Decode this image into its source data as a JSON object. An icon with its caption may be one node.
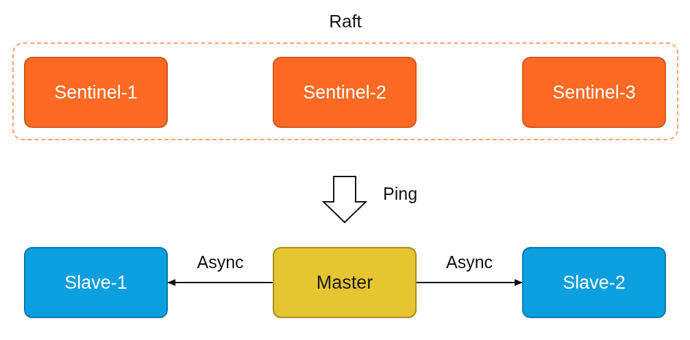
{
  "diagram": {
    "nodes": [
      {
        "text": [
          "Raft"
        ]
      },
      {
        "text": [
          "Sentinel-1"
        ],
        "in": 0
      },
      {
        "text": [
          "Sentinel-2"
        ],
        "in": 0
      },
      {
        "text": [
          "Sentinel-3"
        ],
        "in": 0
      },
      {
        "text": [
          "Slave-1"
        ]
      },
      {
        "text": [
          "Master"
        ]
      },
      {
        "text": [
          "Slave-2"
        ]
      }
    ],
    "edges": [
      {
        "from": 0,
        "to": 5,
        "arrow": "to",
        "label": "Ping",
        "style": "thick"
      },
      {
        "from": 5,
        "to": 4,
        "arrow": "to",
        "label": "Async"
      },
      {
        "from": 5,
        "to": 6,
        "arrow": "to",
        "label": "Async"
      }
    ]
  }
}
